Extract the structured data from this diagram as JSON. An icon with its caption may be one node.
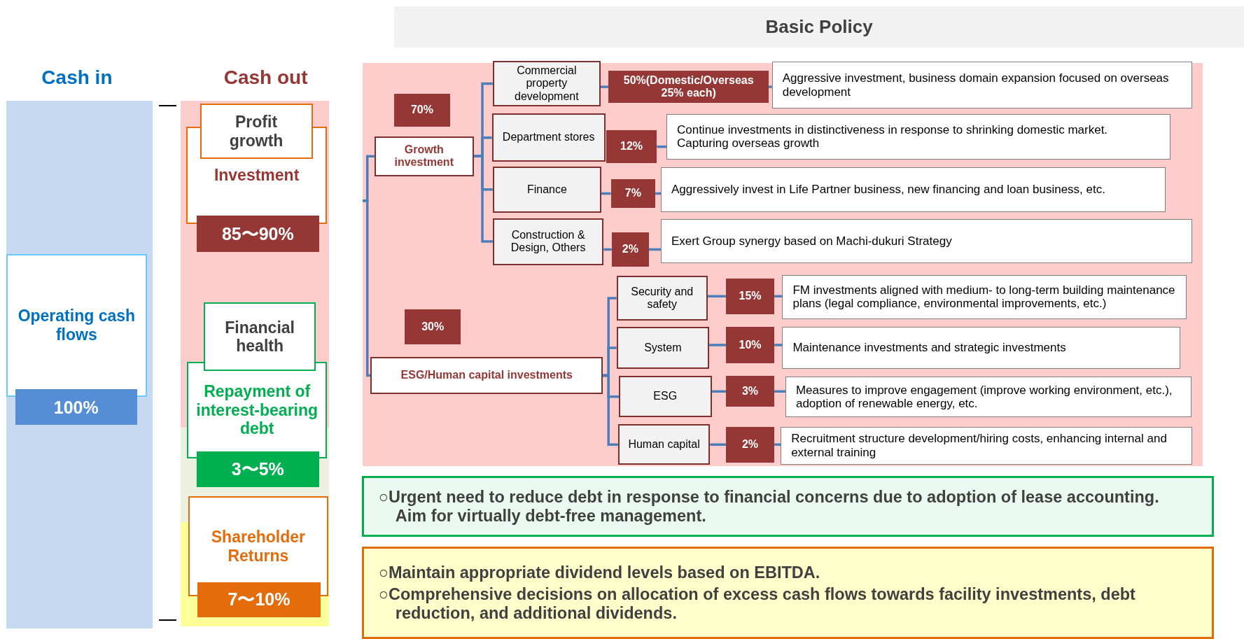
{
  "diagram": {
    "nodes": [
      {
        "text": [
          "Basic Policy"
        ]
      },
      {
        "text": [
          "Operating cash flows"
        ]
      },
      {
        "text": [
          "100%"
        ]
      },
      {
        "text": [
          "Profit growth"
        ]
      },
      {
        "text": [
          "Investment"
        ]
      },
      {
        "text": [
          "85〜90%"
        ]
      },
      {
        "text": [
          "Financial health"
        ]
      },
      {
        "text": [
          "Repayment of interest-bearing debt"
        ]
      },
      {
        "text": [
          "3〜5%"
        ]
      },
      {
        "text": [
          "Shareholder Returns"
        ]
      },
      {
        "text": [
          "7〜10%"
        ]
      },
      {
        "text": [
          "70%"
        ]
      },
      {
        "text": [
          "Growth investment"
        ]
      },
      {
        "text": [
          "Commercial property development"
        ]
      },
      {
        "text": [
          "50%(Domestic/Overseas 25% each)"
        ]
      },
      {
        "text": [
          "Aggressive investment, business domain expansion focused on overseas development"
        ]
      },
      {
        "text": [
          "Department stores"
        ]
      },
      {
        "text": [
          "12%"
        ]
      },
      {
        "text": [
          "Continue investments in distinctiveness in response to shrinking domestic market. Capturing overseas growth"
        ]
      },
      {
        "text": [
          "Finance"
        ]
      },
      {
        "text": [
          "7%"
        ]
      },
      {
        "text": [
          "Aggressively invest in Life Partner business, new financing and loan business, etc."
        ]
      },
      {
        "text": [
          "Construction & Design, Others"
        ]
      },
      {
        "text": [
          "2%"
        ]
      },
      {
        "text": [
          "Exert Group synergy based on Machi-dukuri Strategy"
        ]
      },
      {
        "text": [
          "30%"
        ]
      },
      {
        "text": [
          "ESG/Human capital investments"
        ]
      },
      {
        "text": [
          "Security and safety"
        ]
      },
      {
        "text": [
          "15%"
        ]
      },
      {
        "text": [
          "FM investments aligned with medium- to long-term building maintenance plans (legal compliance, environmental improvements, etc.)"
        ]
      },
      {
        "text": [
          "System"
        ]
      },
      {
        "text": [
          "10%"
        ]
      },
      {
        "text": [
          "Maintenance investments and strategic investments"
        ]
      },
      {
        "text": [
          "ESG"
        ]
      },
      {
        "text": [
          "3%"
        ]
      },
      {
        "text": [
          "Measures to improve engagement (improve working environment, etc.), adoption of renewable energy, etc."
        ]
      },
      {
        "text": [
          "Human capital"
        ]
      },
      {
        "text": [
          "2%"
        ]
      },
      {
        "text": [
          "Recruitment structure development/hiring costs, enhancing internal and external training"
        ]
      },
      {
        "text": [
          "○Urgent need to reduce debt in response to financial concerns due to adoption of lease accounting. Aim for virtually debt-free management."
        ]
      },
      {
        "text": [
          "○Maintain appropriate dividend levels based on EBITDA.",
          "○Comprehensive decisions on allocation of excess cash flows towards facility investments, debt reduction, and additional dividends."
        ]
      }
    ],
    "edges": [
      {
        "from": null,
        "to": 12,
        "arrow": "none"
      },
      {
        "from": null,
        "to": 26,
        "arrow": "none"
      },
      {
        "from": 12,
        "to": 13,
        "arrow": "none"
      },
      {
        "from": 12,
        "to": 16,
        "arrow": "none"
      },
      {
        "from": 12,
        "to": 19,
        "arrow": "none"
      },
      {
        "from": 12,
        "to": 22,
        "arrow": "none"
      },
      {
        "from": 26,
        "to": 27,
        "arrow": "none"
      },
      {
        "from": 26,
        "to": 30,
        "arrow": "none"
      },
      {
        "from": 26,
        "to": 33,
        "arrow": "none"
      },
      {
        "from": 26,
        "to": 36,
        "arrow": "none"
      },
      {
        "from": 13,
        "to": 14,
        "arrow": "none"
      },
      {
        "from": 14,
        "to": 15,
        "arrow": "none"
      },
      {
        "from": 17,
        "to": 18,
        "arrow": "none"
      },
      {
        "from": 19,
        "to": 20,
        "arrow": "none"
      },
      {
        "from": 20,
        "to": 21,
        "arrow": "none"
      },
      {
        "from": 22,
        "to": 23,
        "arrow": "none"
      },
      {
        "from": 23,
        "to": 24,
        "arrow": "none"
      },
      {
        "from": 27,
        "to": 28,
        "arrow": "none"
      },
      {
        "from": 28,
        "to": 29,
        "arrow": "none"
      },
      {
        "from": 30,
        "to": 31,
        "arrow": "none"
      },
      {
        "from": 31,
        "to": 32,
        "arrow": "none"
      },
      {
        "from": 33,
        "to": 34,
        "arrow": "none"
      },
      {
        "from": 34,
        "to": 35,
        "arrow": "none"
      },
      {
        "from": 36,
        "to": 37,
        "arrow": "none"
      },
      {
        "from": 37,
        "to": 38,
        "arrow": "none"
      }
    ],
    "labels": [
      "Cash in",
      "Cash out"
    ]
  }
}
